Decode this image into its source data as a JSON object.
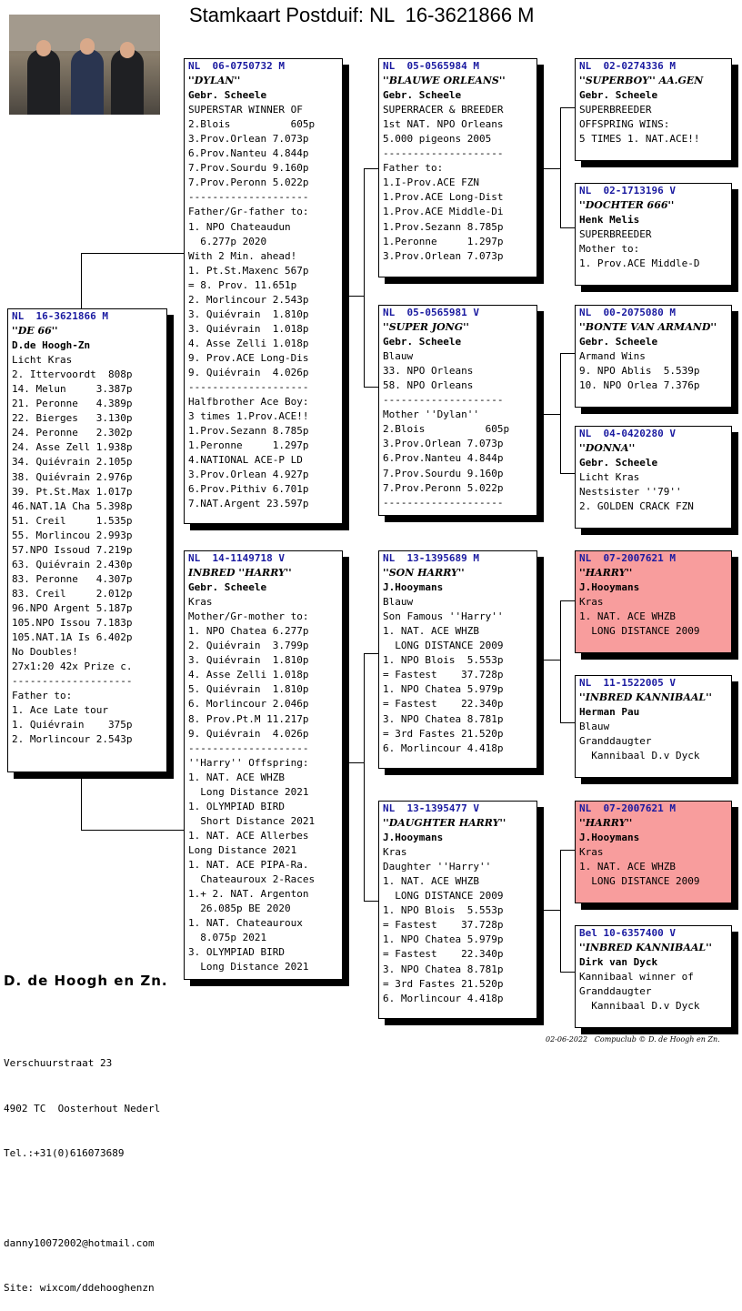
{
  "title": "Stamkaart Postduif: NL  16-3621866 M",
  "owner": {
    "name": "D. de Hoogh en Zn.",
    "address1": "Verschuurstraat 23",
    "address2": "4902 TC  Oosterhout Nederl",
    "phone": "Tel.:+31(0)616073689",
    "email": "danny10072002@hotmail.com",
    "site": "Site: wixcom/ddehooghenzn"
  },
  "footer": "02-06-2022   Compuclub © D. de Hoogh en Zn.",
  "cards": [
    {
      "id": "main",
      "ring": "NL  16-3621866 M",
      "lines": [
        "''DE 66''",
        "D.de Hoogh-Zn",
        "Licht Kras",
        "2. Ittervoordt  808p",
        "14. Melun     3.387p",
        "21. Peronne   4.389p",
        "22. Bierges   3.130p",
        "24. Peronne   2.302p",
        "24. Asse Zell 1.938p",
        "34. Quiévrain 2.105p",
        "38. Quiévrain 2.976p",
        "39. Pt.St.Max 1.017p",
        "46.NAT.1A Cha 5.398p",
        "51. Creil     1.535p",
        "55. Morlincou 2.993p",
        "57.NPO Issoud 7.219p",
        "63. Quiévrain 2.430p",
        "83. Peronne   4.307p",
        "83. Creil     2.012p",
        "96.NPO Argent 5.187p",
        "105.NPO Issou 7.183p",
        "105.NAT.1A Is 6.402p",
        "No Doubles!",
        "27x1:20 42x Prize c.",
        "--------------------",
        "Father to:",
        "1. Ace Late tour",
        "1. Quiévrain    375p",
        "2. Morlincour 2.543p"
      ]
    },
    {
      "id": "father",
      "ring": "NL  06-0750732 M",
      "lines": [
        "''DYLAN''",
        "Gebr. Scheele",
        "SUPERSTAR WINNER OF",
        "2.Blois          605p",
        "3.Prov.Orlean 7.073p",
        "6.Prov.Nanteu 4.844p",
        "7.Prov.Sourdu 9.160p",
        "7.Prov.Peronn 5.022p",
        "--------------------",
        "Father/Gr-father to:",
        "1. NPO Chateaudun",
        "  6.277p 2020",
        "With 2 Min. ahead!",
        "1. Pt.St.Maxenc 567p",
        "= 8. Prov. 11.651p",
        "2. Morlincour 2.543p",
        "3. Quiévrain  1.810p",
        "3. Quiévrain  1.018p",
        "4. Asse Zelli 1.018p",
        "9. Prov.ACE Long-Dis",
        "9. Quiévrain  4.026p",
        "--------------------",
        "Halfbrother Ace Boy:",
        "3 times 1.Prov.ACE!!",
        "1.Prov.Sezann 8.785p",
        "1.Peronne     1.297p",
        "4.NATIONAL ACE-P LD",
        "3.Prov.Orlean 4.927p",
        "6.Prov.Pithiv 6.701p",
        "7.NAT.Argent 23.597p"
      ]
    },
    {
      "id": "mother",
      "ring": "NL  14-1149718 V",
      "lines": [
        "INBRED ''HARRY''",
        "Gebr. Scheele",
        "Kras",
        "Mother/Gr-mother to:",
        "1. NPO Chatea 6.277p",
        "2. Quiévrain  3.799p",
        "3. Quiévrain  1.810p",
        "4. Asse Zelli 1.018p",
        "5. Quiévrain  1.810p",
        "6. Morlincour 2.046p",
        "8. Prov.Pt.M 11.217p",
        "9. Quiévrain  4.026p",
        "--------------------",
        "''Harry'' Offspring:",
        "1. NAT. ACE WHZB",
        "  Long Distance 2021",
        "1. OLYMPIAD BIRD",
        "  Short Distance 2021",
        "1. NAT. ACE Allerbes",
        "Long Distance 2021",
        "1. NAT. ACE PIPA-Ra.",
        "  Chateauroux 2-Races",
        "1.+ 2. NAT. Argenton",
        "  26.085p BE 2020",
        "1. NAT. Chateauroux",
        "  8.075p 2021",
        "3. OLYMPIAD BIRD",
        "  Long Distance 2021"
      ]
    },
    {
      "id": "ff",
      "ring": "NL  05-0565984 M",
      "lines": [
        "''BLAUWE ORLEANS''",
        "Gebr. Scheele",
        "SUPERRACER & BREEDER",
        "1st NAT. NPO Orleans",
        "5.000 pigeons 2005",
        "--------------------",
        "Father to:",
        "1.I-Prov.ACE FZN",
        "1.Prov.ACE Long-Dist",
        "1.Prov.ACE Middle-Di",
        "1.Prov.Sezann 8.785p",
        "1.Peronne     1.297p",
        "3.Prov.Orlean 7.073p"
      ]
    },
    {
      "id": "fm",
      "ring": "NL  05-0565981 V",
      "lines": [
        "''SUPER JONG''",
        "Gebr. Scheele",
        "Blauw",
        "33. NPO Orleans",
        "58. NPO Orleans",
        "--------------------",
        "Mother ''Dylan''",
        "2.Blois          605p",
        "3.Prov.Orlean 7.073p",
        "6.Prov.Nanteu 4.844p",
        "7.Prov.Sourdu 9.160p",
        "7.Prov.Peronn 5.022p",
        "--------------------"
      ]
    },
    {
      "id": "mf",
      "ring": "NL  13-1395689 M",
      "lines": [
        "''SON HARRY''",
        "J.Hooymans",
        "Blauw",
        "Son Famous ''Harry''",
        "1. NAT. ACE WHZB",
        "  LONG DISTANCE 2009",
        "1. NPO Blois  5.553p",
        "= Fastest    37.728p",
        "1. NPO Chatea 5.979p",
        "= Fastest    22.340p",
        "3. NPO Chatea 8.781p",
        "= 3rd Fastes 21.520p",
        "6. Morlincour 4.418p"
      ]
    },
    {
      "id": "mm",
      "ring": "NL  13-1395477 V",
      "lines": [
        "''DAUGHTER HARRY''",
        "J.Hooymans",
        "Kras",
        "Daughter ''Harry''",
        "1. NAT. ACE WHZB",
        "  LONG DISTANCE 2009",
        "1. NPO Blois  5.553p",
        "= Fastest    37.728p",
        "1. NPO Chatea 5.979p",
        "= Fastest    22.340p",
        "3. NPO Chatea 8.781p",
        "= 3rd Fastes 21.520p",
        "6. Morlincour 4.418p"
      ]
    },
    {
      "id": "fff",
      "ring": "NL  02-0274336 M",
      "lines": [
        "''SUPERBOY'' AA.GEN",
        "Gebr. Scheele",
        "SUPERBREEDER",
        "OFFSPRING WINS:",
        "5 TIMES 1. NAT.ACE!!"
      ]
    },
    {
      "id": "ffm",
      "ring": "NL  02-1713196 V",
      "lines": [
        "''DOCHTER 666''",
        "Henk Melis",
        "SUPERBREEDER",
        "Mother to:",
        "1. Prov.ACE Middle-D"
      ]
    },
    {
      "id": "fmf",
      "ring": "NL  00-2075080 M",
      "lines": [
        "''BONTE VAN ARMAND''",
        "Gebr. Scheele",
        "Armand Wins",
        "9. NPO Ablis  5.539p",
        "10. NPO Orlea 7.376p"
      ]
    },
    {
      "id": "fmm",
      "ring": "NL  04-0420280 V",
      "lines": [
        "''DONNA''",
        "Gebr. Scheele",
        "Licht Kras",
        "Nestsister ''79''",
        "2. GOLDEN CRACK FZN"
      ]
    },
    {
      "id": "mff",
      "ring": "NL  07-2007621 M",
      "lines": [
        "''HARRY''",
        "J.Hooymans",
        "Kras",
        "1. NAT. ACE WHZB",
        "  LONG DISTANCE 2009"
      ]
    },
    {
      "id": "mfm",
      "ring": "NL  11-1522005 V",
      "lines": [
        "''INBRED KANNIBAAL''",
        "Herman Pau",
        "Blauw",
        "Granddaugter",
        "  Kannibaal D.v Dyck"
      ]
    },
    {
      "id": "mmf",
      "ring": "NL  07-2007621 M",
      "lines": [
        "''HARRY''",
        "J.Hooymans",
        "Kras",
        "1. NAT. ACE WHZB",
        "  LONG DISTANCE 2009"
      ]
    },
    {
      "id": "mmm",
      "ring": "Bel 10-6357400 V",
      "lines": [
        "''INBRED KANNIBAAL''",
        "Dirk van Dyck",
        "Kannibaal winner of",
        "Granddaugter",
        "  Kannibaal D.v Dyck"
      ]
    }
  ]
}
